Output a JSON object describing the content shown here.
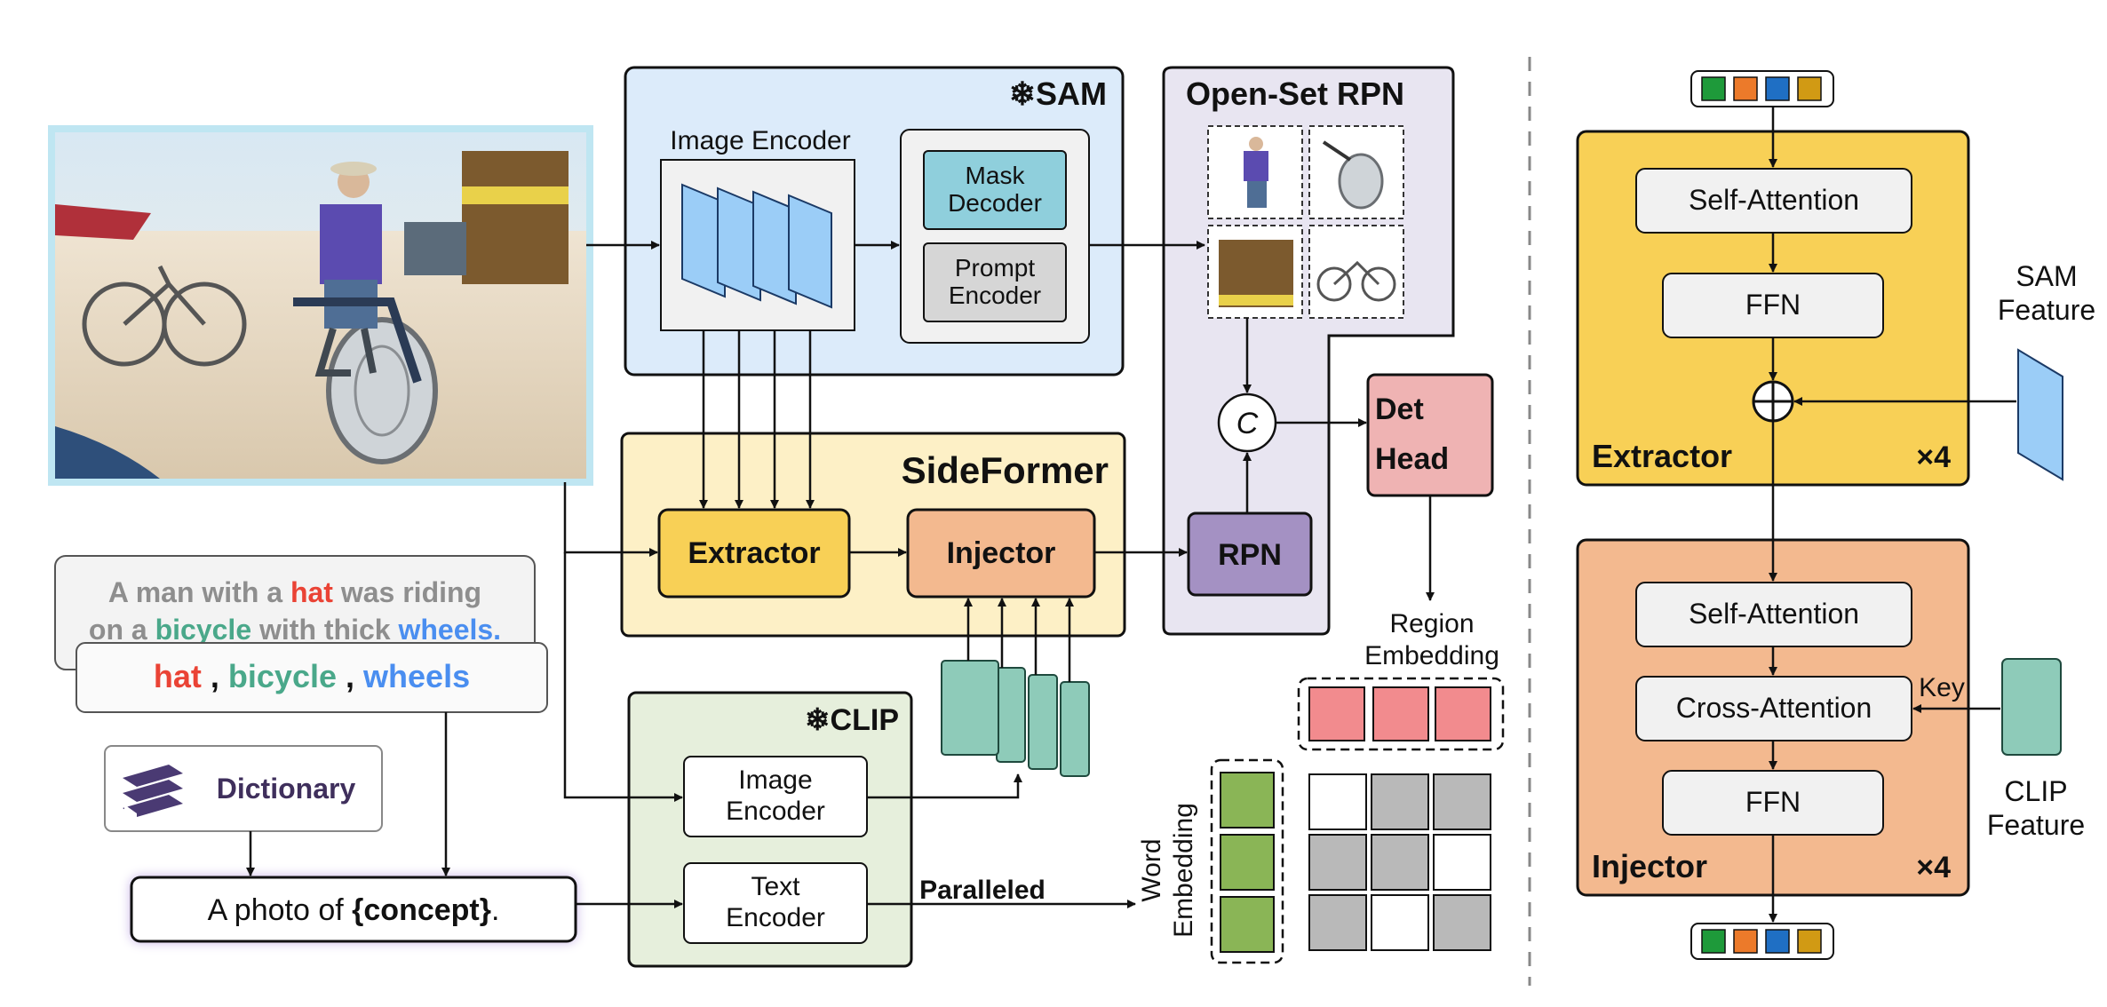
{
  "sam": {
    "title": "SAM",
    "image_encoder": "Image Encoder",
    "mask_decoder": [
      "Mask",
      "Decoder"
    ],
    "prompt_encoder": [
      "Prompt",
      "Encoder"
    ]
  },
  "open_set_rpn": {
    "title": "Open-Set RPN",
    "concat_symbol": "C",
    "rpn": "RPN"
  },
  "det_head": [
    "Det",
    "Head"
  ],
  "sideformer": {
    "title": "SideFormer",
    "extractor": "Extractor",
    "injector": "Injector"
  },
  "clip": {
    "title": "CLIP",
    "image_encoder": [
      "Image",
      "Encoder"
    ],
    "text_encoder": [
      "Text",
      "Encoder"
    ]
  },
  "caption": {
    "line1": [
      {
        "text": "A man with a ",
        "color": "#8e8e8e"
      },
      {
        "text": "hat",
        "color": "#ea4335"
      },
      {
        "text": " was riding",
        "color": "#8e8e8e"
      }
    ],
    "line2": [
      {
        "text": "on a ",
        "color": "#8e8e8e"
      },
      {
        "text": "bicycle",
        "color": "#4aa88a"
      },
      {
        "text": " with thick ",
        "color": "#8e8e8e"
      },
      {
        "text": "wheels.",
        "color": "#4a8ef0"
      }
    ]
  },
  "concepts": [
    {
      "text": "hat",
      "color": "#ea4335"
    },
    {
      "text": " , ",
      "color": "#111111"
    },
    {
      "text": "bicycle",
      "color": "#4aa88a"
    },
    {
      "text": " , ",
      "color": "#111111"
    },
    {
      "text": "wheels",
      "color": "#4a8ef0"
    }
  ],
  "dictionary": "Dictionary",
  "prompt_template": {
    "prefix": "A photo of ",
    "concept": "{concept}",
    "suffix": "."
  },
  "paralleled": "Paralleled",
  "region_embedding": [
    "Region",
    "Embedding"
  ],
  "word_embedding": [
    "Word",
    "Embedding"
  ],
  "similarity_grid": [
    [
      "white",
      "gray",
      "gray"
    ],
    [
      "gray",
      "gray",
      "white"
    ],
    [
      "gray",
      "white",
      "gray"
    ]
  ],
  "extractor_block": {
    "self_attention": "Self-Attention",
    "ffn": "FFN",
    "name": "Extractor",
    "repeat": "×4"
  },
  "injector_block": {
    "self_attention": "Self-Attention",
    "cross_attention": "Cross-Attention",
    "ffn": "FFN",
    "name": "Injector",
    "repeat": "×4",
    "key_label": "Key"
  },
  "sam_feature": [
    "SAM",
    "Feature"
  ],
  "clip_feature": [
    "CLIP",
    "Feature"
  ],
  "token_colors": [
    "#1e9a3a",
    "#ec7a2a",
    "#1f6fc4",
    "#d19a14"
  ],
  "colors": {
    "sam_bg": "#dcebfa",
    "rpn_bg": "#e8e5f1",
    "sideformer_bg": "#fdf0c6",
    "clip_bg": "#e6efdc",
    "extractor": "#f8d056",
    "injector": "#f3b98f",
    "rpn_box": "#a491c3",
    "det_head": "#efb3b3",
    "feature_blue": "#9bcdf7",
    "feature_teal": "#8ecbb9",
    "mask_decoder": "#8fcfdc"
  }
}
